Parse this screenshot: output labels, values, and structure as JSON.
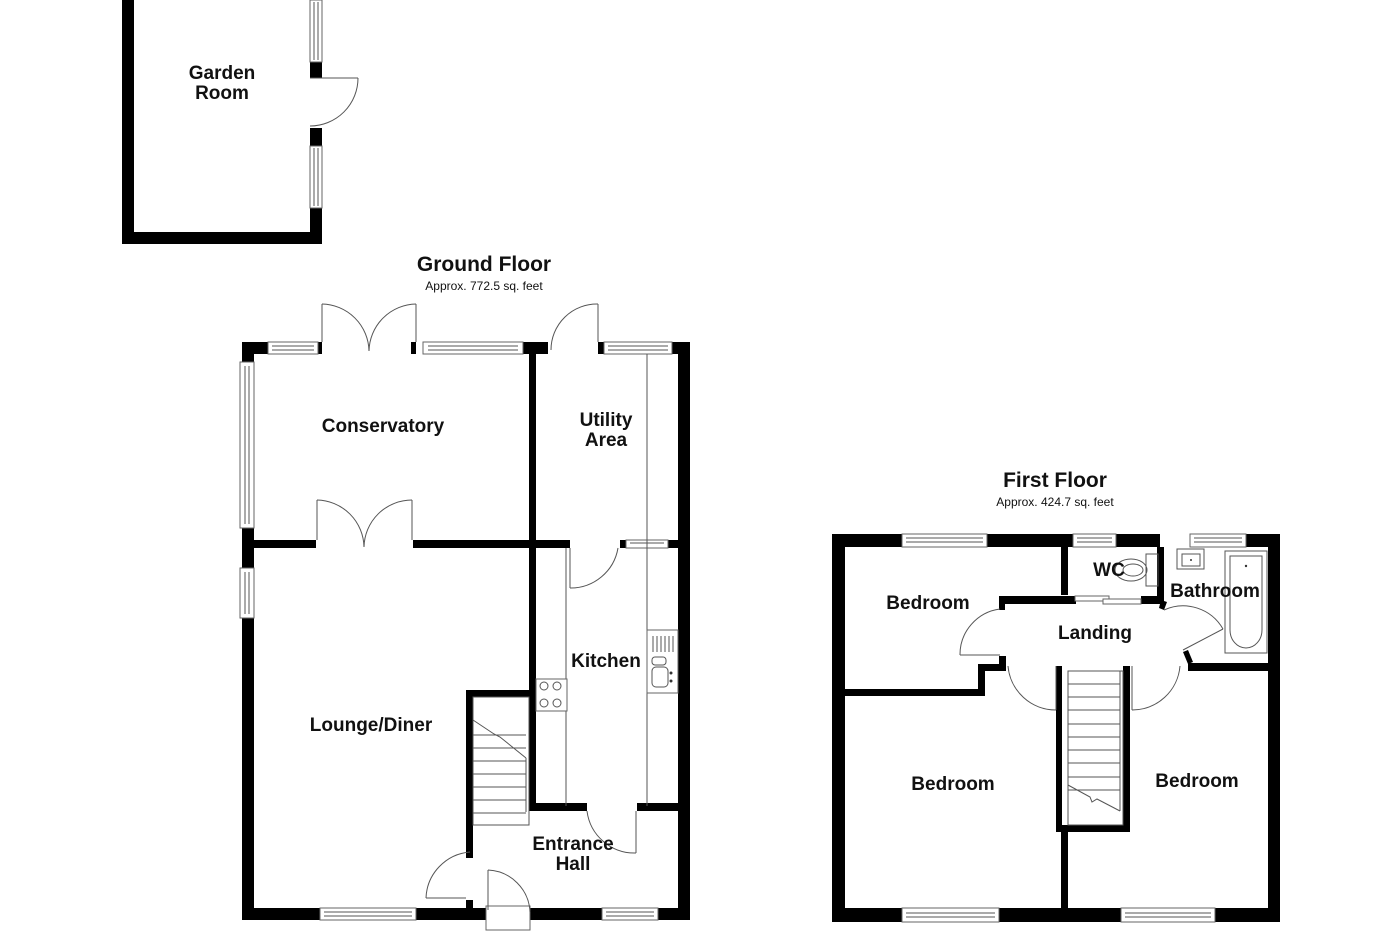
{
  "ground_floor": {
    "title": "Ground Floor",
    "area": "Approx. 772.5 sq. feet",
    "rooms": {
      "conservatory": "Conservatory",
      "utility": "Utility\nArea",
      "kitchen": "Kitchen",
      "lounge": "Lounge/Diner",
      "entrance": "Entrance\nHall"
    }
  },
  "first_floor": {
    "title": "First Floor",
    "area": "Approx. 424.7 sq. feet",
    "rooms": {
      "bedroom1": "Bedroom",
      "wc": "WC",
      "bathroom": "Bathroom",
      "landing": "Landing",
      "bedroom2": "Bedroom",
      "bedroom3": "Bedroom"
    }
  },
  "outbuilding": {
    "garden_room": "Garden\nRoom"
  },
  "colors": {
    "wall": "#000000",
    "fixture_line": "#555555",
    "background": "#ffffff"
  }
}
